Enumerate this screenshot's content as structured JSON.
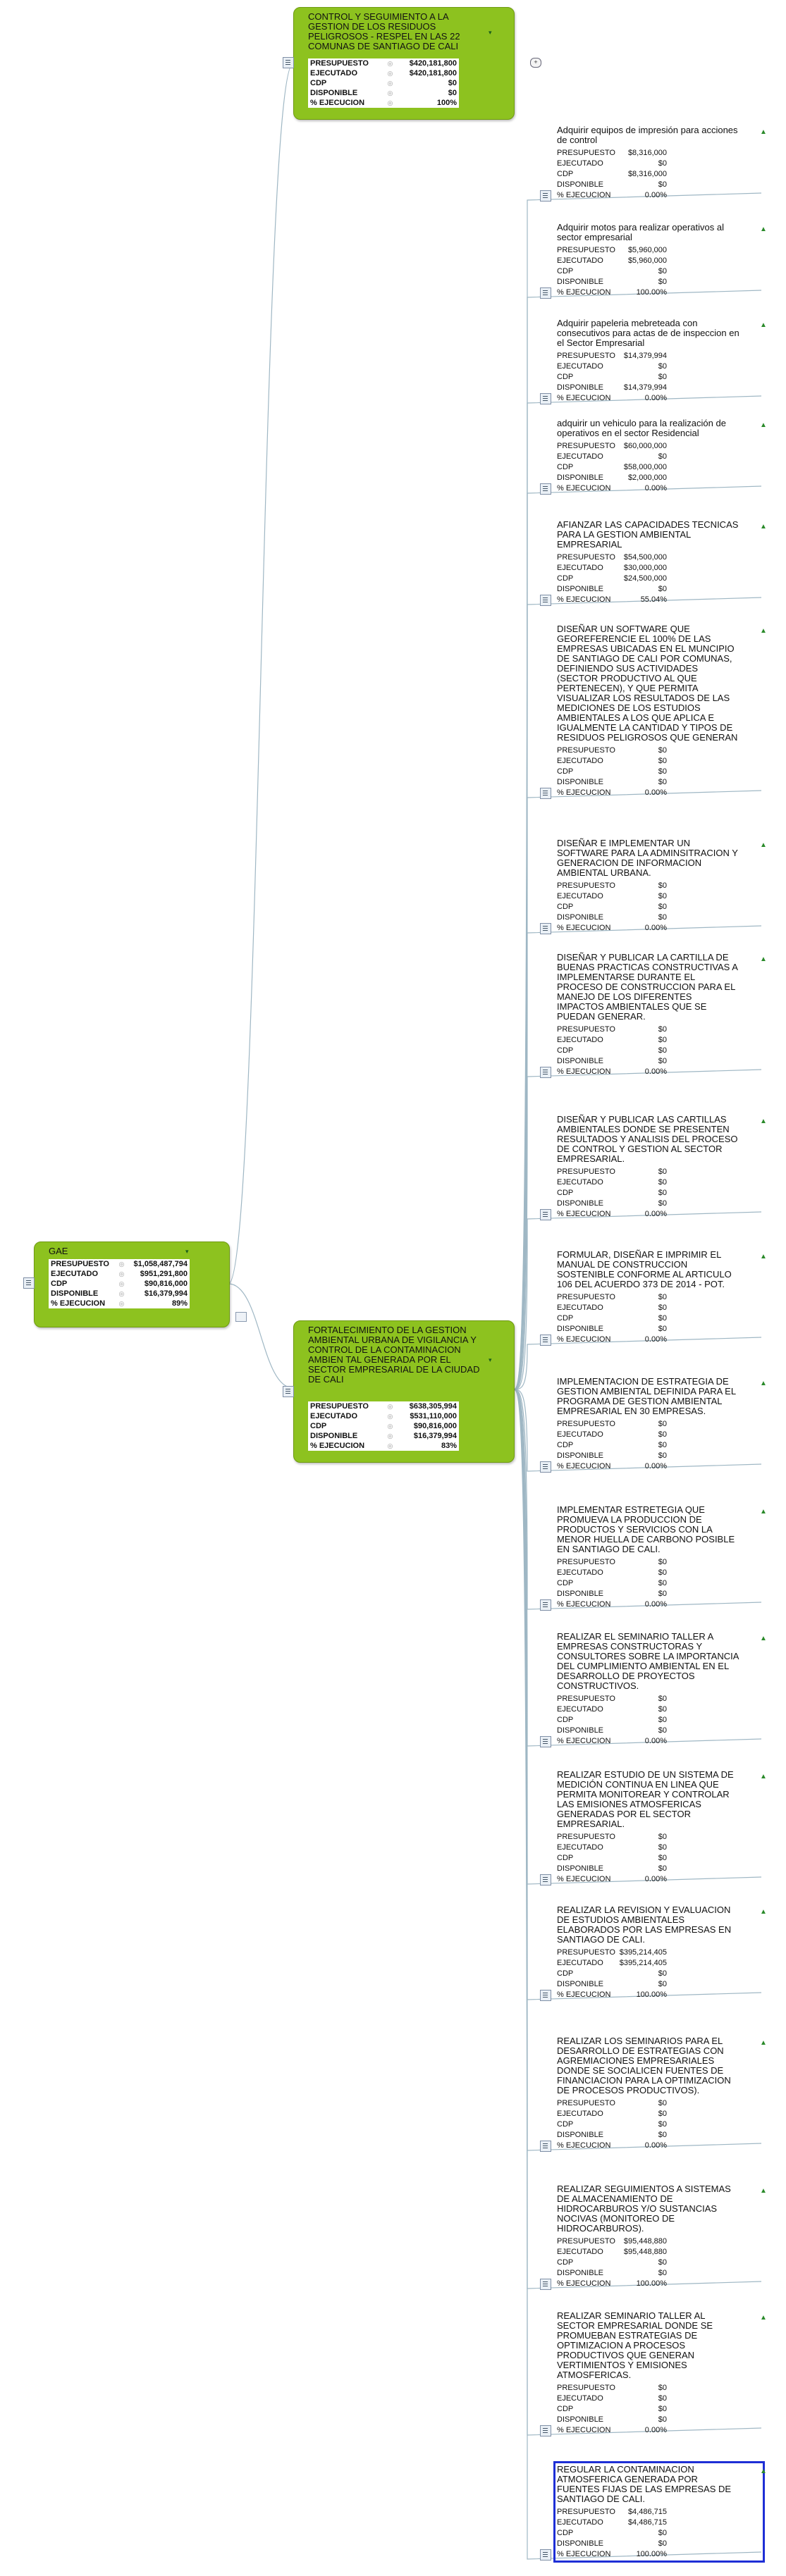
{
  "root": {
    "title": "GAE",
    "rows": [
      {
        "label": "PRESUPUESTO",
        "value": "$1,058,487,794"
      },
      {
        "label": "EJECUTADO",
        "value": "$951,291,800"
      },
      {
        "label": "CDP",
        "value": "$90,816,000"
      },
      {
        "label": "DISPONIBLE",
        "value": "$16,379,994"
      },
      {
        "label": "% EJECUCION",
        "value": "89%"
      }
    ]
  },
  "topics": [
    {
      "title": "CONTROL Y SEGUIMIENTO  A LA GESTION DE LOS RESIDUOS PELIGROSOS - RESPEL EN LAS 22 COMUNAS DE  SANTIAGO DE CALI",
      "rows": [
        {
          "label": "PRESUPUESTO",
          "value": "$420,181,800"
        },
        {
          "label": "EJECUTADO",
          "value": "$420,181,800"
        },
        {
          "label": "CDP",
          "value": "$0"
        },
        {
          "label": "DISPONIBLE",
          "value": "$0"
        },
        {
          "label": "% EJECUCION",
          "value": "100%"
        }
      ]
    },
    {
      "title": "FORTALECIMIENTO DE LA GESTION AMBIENTAL URBANA DE VIGILANCIA Y CONTROL DE LA CONTAMINACION AMBIEN TAL GENERADA POR EL SECTOR EMPRESARIAL DE LA CIUDAD DE CALI",
      "rows": [
        {
          "label": "PRESUPUESTO",
          "value": "$638,305,994"
        },
        {
          "label": "EJECUTADO",
          "value": "$531,110,000"
        },
        {
          "label": "CDP",
          "value": "$90,816,000"
        },
        {
          "label": "DISPONIBLE",
          "value": "$16,379,994"
        },
        {
          "label": "% EJECUCION",
          "value": "83%"
        }
      ]
    }
  ],
  "labels": {
    "presupuesto": "PRESUPUESTO",
    "ejecutado": "EJECUTADO",
    "cdp": "CDP",
    "disponible": "DISPONIBLE",
    "ejecucion": "% EJECUCION"
  },
  "leaves": [
    {
      "title": "Adquirir equipos de  impresión para acciones de control",
      "p": "$8,316,000",
      "e": "$0",
      "c": "$8,316,000",
      "d": "$0",
      "x": "0.00%"
    },
    {
      "title": "Adquirir motos para realizar operativos al sector empresarial",
      "p": "$5,960,000",
      "e": "$5,960,000",
      "c": "$0",
      "d": "$0",
      "x": "100.00%"
    },
    {
      "title": "Adquirir papeleria mebreteada con consecutivos para actas de de inspeccion en el Sector Empresarial",
      "p": "$14,379,994",
      "e": "$0",
      "c": "$0",
      "d": "$14,379,994",
      "x": "0.00%"
    },
    {
      "title": "adquirir un vehiculo para la realización de operativos en el sector Residencial",
      "p": "$60,000,000",
      "e": "$0",
      "c": "$58,000,000",
      "d": "$2,000,000",
      "x": "0.00%"
    },
    {
      "title": "AFIANZAR LAS CAPACIDADES TECNICAS PARA LA GESTION AMBIENTAL EMPRESARIAL",
      "p": "$54,500,000",
      "e": "$30,000,000",
      "c": "$24,500,000",
      "d": "$0",
      "x": "55.04%"
    },
    {
      "title": "DISEÑAR  UN SOFTWARE QUE GEOREFERENCIE EL 100% DE LAS EMPRESAS UBICADAS EN EL MUNCIPIO DE SANTIAGO DE CALI POR COMUNAS, DEFINIENDO SUS ACTIVIDADES (SECTOR PRODUCTIVO AL QUE PERTENECEN), Y QUE PERMITA VISUALIZAR LOS RESULTADOS DE LAS MEDICIONES DE LOS ESTUDIOS AMBIENTALES A LOS QUE APLICA E IGUALMENTE LA CANTIDAD Y TIPOS DE RESIDUOS PELIGROSOS QUE GENERAN",
      "p": "$0",
      "e": "$0",
      "c": "$0",
      "d": "$0",
      "x": "0.00%"
    },
    {
      "title": "DISEÑAR E IMPLEMENTAR UN SOFTWARE PARA LA ADMINSITRACION Y GENERACION DE INFORMACION AMBIENTAL URBANA.",
      "p": "$0",
      "e": "$0",
      "c": "$0",
      "d": "$0",
      "x": "0.00%"
    },
    {
      "title": "DISEÑAR Y PUBLICAR LA CARTILLA DE BUENAS PRACTICAS CONSTRUCTIVAS A IMPLEMENTARSE DURANTE EL PROCESO DE CONSTRUCCION PARA EL MANEJO DE LOS DIFERENTES IMPACTOS AMBIENTALES QUE SE PUEDAN GENERAR.",
      "p": "$0",
      "e": "$0",
      "c": "$0",
      "d": "$0",
      "x": "0.00%"
    },
    {
      "title": "DISEÑAR Y PUBLICAR LAS CARTILLAS AMBIENTALES DONDE SE PRESENTEN RESULTADOS Y ANALISIS DEL PROCESO DE CONTROL Y GESTION AL SECTOR EMPRESARIAL.",
      "p": "$0",
      "e": "$0",
      "c": "$0",
      "d": "$0",
      "x": "0.00%"
    },
    {
      "title": "FORMULAR, DISEÑAR E IMPRIMIR EL MANUAL DE CONSTRUCCION SOSTENIBLE  CONFORME AL ARTICULO 106 DEL ACUERDO 373 DE 2014 -  POT.",
      "p": "$0",
      "e": "$0",
      "c": "$0",
      "d": "$0",
      "x": "0.00%"
    },
    {
      "title": "IMPLEMENTACION DE ESTRATEGIA DE GESTION AMBIENTAL  DEFINIDA PARA EL PROGRAMA DE GESTION AMBIENTAL EMPRESARIAL EN 30 EMPRESAS.",
      "p": "$0",
      "e": "$0",
      "c": "$0",
      "d": "$0",
      "x": "0.00%"
    },
    {
      "title": "IMPLEMENTAR ESTRETEGIA QUE PROMUEVA LA PRODUCCION DE PRODUCTOS Y SERVICIOS CON LA MENOR HUELLA DE CARBONO POSIBLE EN SANTIAGO DE CALI.",
      "p": "$0",
      "e": "$0",
      "c": "$0",
      "d": "$0",
      "x": "0.00%"
    },
    {
      "title": "REALIZAR  EL SEMINARIO TALLER A EMPRESAS CONSTRUCTORAS Y CONSULTORES SOBRE LA IMPORTANCIA DEL CUMPLIMIENTO AMBIENTAL EN EL DESARROLLO DE PROYECTOS CONSTRUCTIVOS.",
      "p": "$0",
      "e": "$0",
      "c": "$0",
      "d": "$0",
      "x": "0.00%"
    },
    {
      "title": "REALIZAR ESTUDIO DE UN SISTEMA DE MEDICIÓN CONTINUA EN LINEA QUE PERMITA MONITOREAR Y CONTROLAR LAS EMISIONES ATMOSFERICAS GENERADAS POR EL SECTOR EMPRESARIAL.",
      "p": "$0",
      "e": "$0",
      "c": "$0",
      "d": "$0",
      "x": "0.00%"
    },
    {
      "title": "REALIZAR LA REVISION Y EVALUACION DE ESTUDIOS AMBIENTALES ELABORADOS POR LAS  EMPRESAS EN SANTIAGO DE CALI.",
      "p": "$395,214,405",
      "e": "$395,214,405",
      "c": "$0",
      "d": "$0",
      "x": "100.00%"
    },
    {
      "title": "REALIZAR LOS SEMINARIOS PARA EL DESARROLLO DE ESTRATEGIAS CON AGREMIACIONES EMPRESARIALES DONDE SE SOCIALICEN FUENTES DE FINANCIACION PARA LA OPTIMIZACION DE PROCESOS PRODUCTIVOS).",
      "p": "$0",
      "e": "$0",
      "c": "$0",
      "d": "$0",
      "x": "0.00%"
    },
    {
      "title": "REALIZAR SEGUIMIENTOS A SISTEMAS DE ALMACENAMIENTO DE HIDROCARBUROS Y/O SUSTANCIAS NOCIVAS (MONITOREO DE HIDROCARBUROS).",
      "p": "$95,448,880",
      "e": "$95,448,880",
      "c": "$0",
      "d": "$0",
      "x": "100.00%"
    },
    {
      "title": "REALIZAR SEMINARIO TALLER AL SECTOR EMPRESARIAL DONDE SE PROMUEBAN ESTRATEGIAS DE OPTIMIZACION A PROCESOS PRODUCTIVOS QUE GENERAN VERTIMIENTOS Y EMISIONES ATMOSFERICAS.",
      "p": "$0",
      "e": "$0",
      "c": "$0",
      "d": "$0",
      "x": "0.00%"
    },
    {
      "title": "REGULAR LA CONTAMINACION ATMOSFERICA GENERADA POR FUENTES FIJAS DE LAS EMPRESAS DE SANTIAGO DE CALI.",
      "p": "$4,486,715",
      "e": "$4,486,715",
      "c": "$0",
      "d": "$0",
      "x": "100.00%"
    }
  ]
}
